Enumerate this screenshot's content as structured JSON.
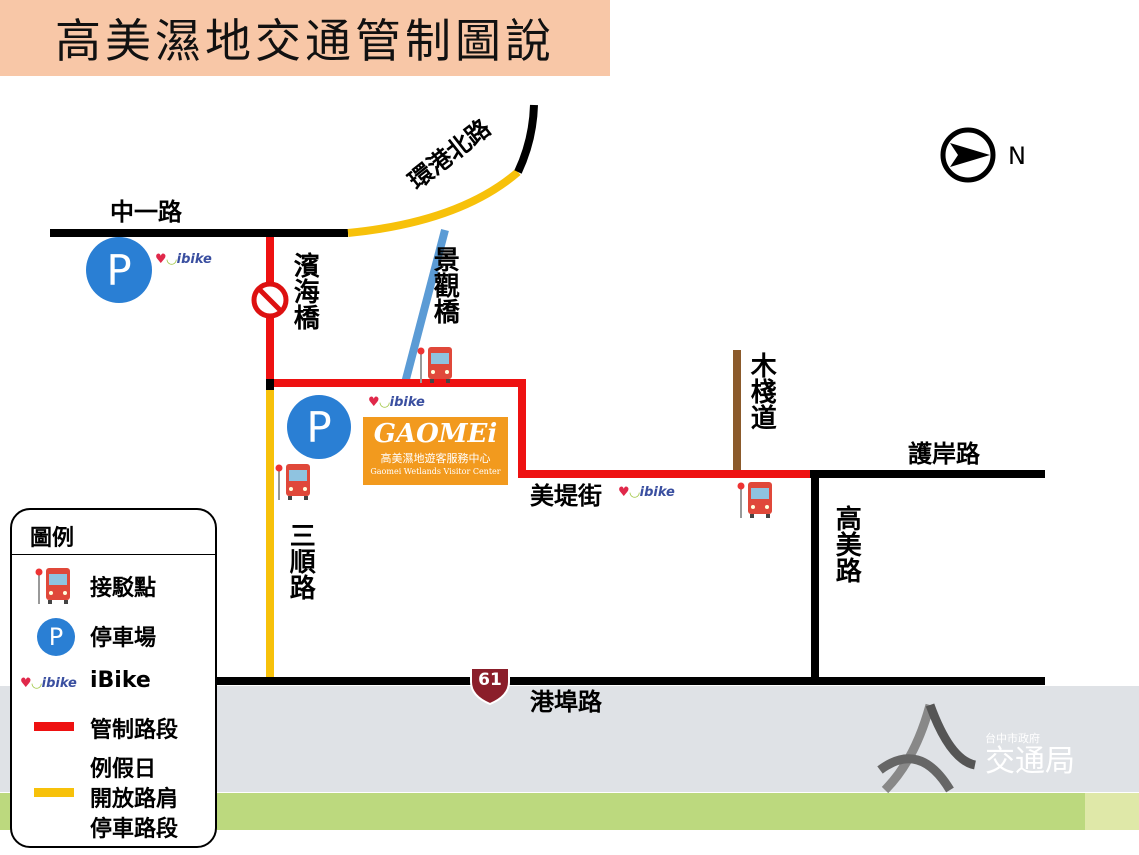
{
  "title": "高美濕地交通管制圖說",
  "compass": {
    "label": "N"
  },
  "roads": {
    "zhongyi": "中一路",
    "huangang_north": "環港北路",
    "binhai_bridge": "濱海橋",
    "jingguan_bridge": "景觀橋",
    "muzhan": "木棧道",
    "huan": "護岸路",
    "meidi": "美堤街",
    "gaomei": "高美路",
    "sanshun": "三順路",
    "gangbu": "港埠路",
    "route_number": "61"
  },
  "visitor_center": {
    "brand": "GAOMEi",
    "name_zh": "高美濕地遊客服務中心",
    "name_en": "Gaomei Wetlands Visitor Center"
  },
  "ibike_label": "ibike",
  "parking_symbol": "P",
  "agency": {
    "line1": "台中市政府",
    "line2": "交通局"
  },
  "legend": {
    "title": "圖例",
    "items": [
      {
        "label": "接駁點"
      },
      {
        "label": "停車場"
      },
      {
        "label": "iBike"
      },
      {
        "label": "管制路段",
        "color": "#ee1111"
      },
      {
        "label": "例假日",
        "label2": "開放路肩",
        "label3": "停車路段",
        "color": "#f7c10a"
      }
    ]
  },
  "colors": {
    "red": "#ee1111",
    "yellow": "#f7c10a",
    "blue": "#5b9bd5",
    "brown": "#8b5a2b"
  }
}
